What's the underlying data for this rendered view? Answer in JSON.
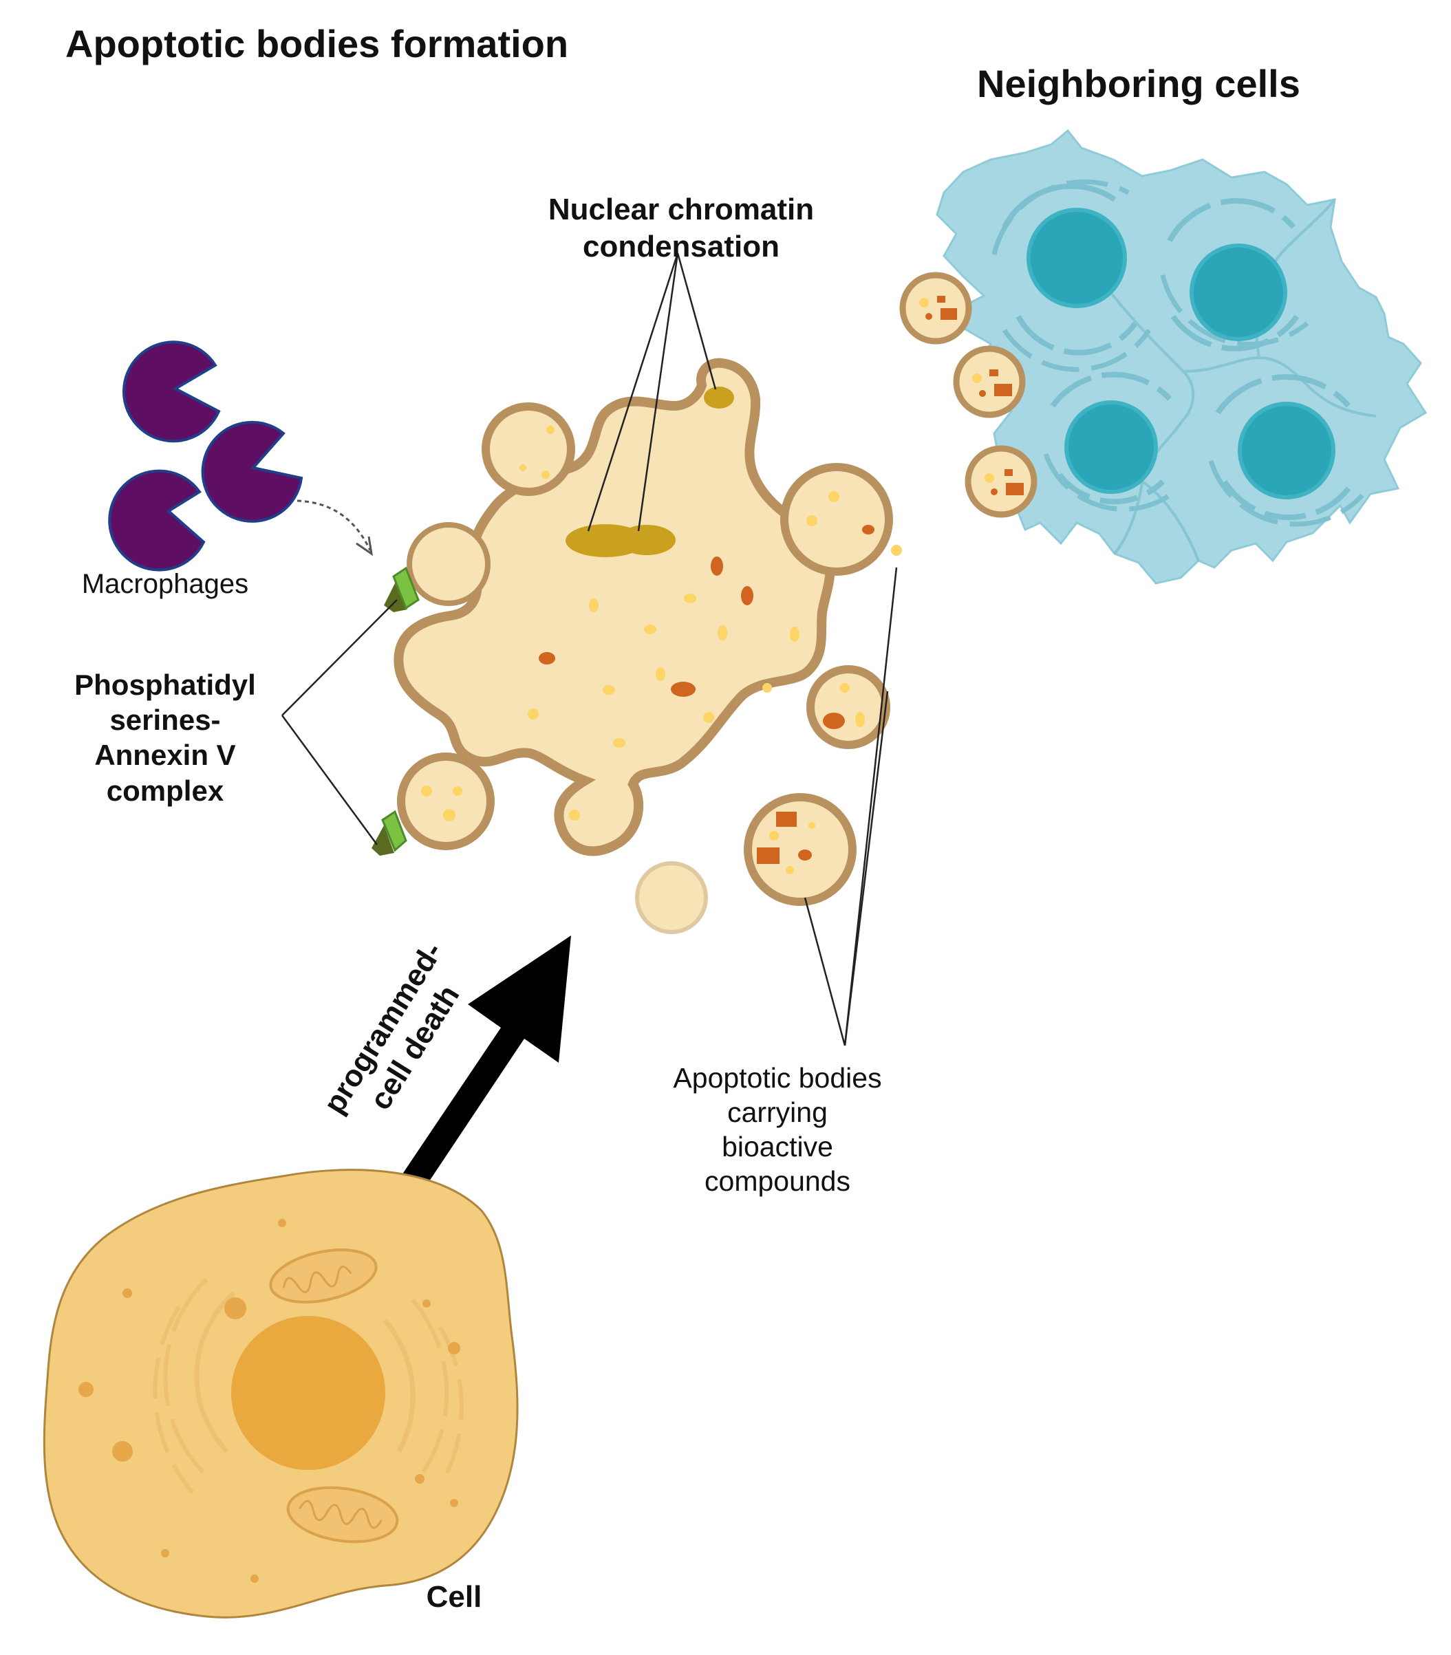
{
  "title": "Apoptotic bodies formation",
  "labels": {
    "neighboring": "Neighboring cells",
    "nuclear_line1": "Nuclear chromatin",
    "nuclear_line2": "condensation",
    "macrophages": "Macrophages",
    "phos_line1": "Phosphatidyl",
    "phos_line2": "serines-",
    "phos_line3": "Annexin V",
    "phos_line4": "complex",
    "bodies_line1": "Apoptotic bodies",
    "bodies_line2": "carrying",
    "bodies_line3": "bioactive",
    "bodies_line4": "compounds",
    "cell": "Cell",
    "arrow_line1": "programmed-",
    "arrow_line2": "cell death"
  },
  "colors": {
    "cytoplasm": "#f7e3b5",
    "membrane": "#b8915e",
    "chromatin": "#c9a11e",
    "organelle_orange": "#d0651f",
    "granule_yellow": "#fcd566",
    "healthy_cell": "#f4cc7e",
    "healthy_nucleus": "#e9a93f",
    "neighbor_cell": "#9fd3df",
    "neighbor_nucleus": "#1c9fb1",
    "macrophage": "#5f0f63",
    "annexin_green": "#7bc242",
    "arrow": "#000000"
  },
  "icons": [
    "macrophage-pacman-icon",
    "annexin-complex-icon",
    "programmed-death-arrow-icon"
  ]
}
